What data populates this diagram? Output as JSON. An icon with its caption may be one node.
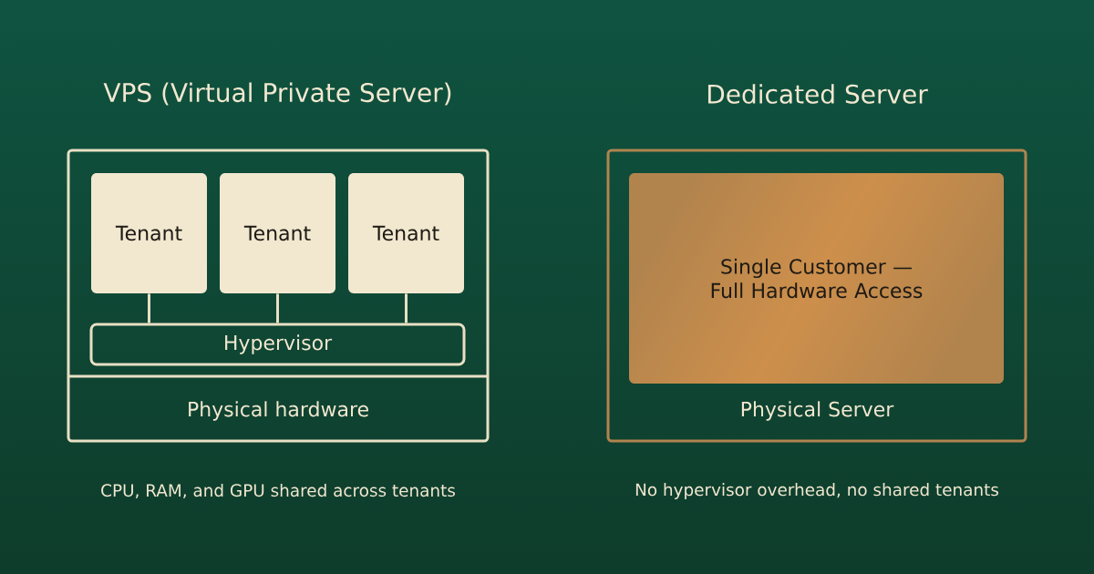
{
  "diagram": {
    "nodes": [
      {
        "text": [
          "VPS (Virtual Private Server)",
          "Physical hardware"
        ],
        "beside": [
          "CPU, RAM, and GPU shared across tenants"
        ]
      },
      {
        "text": [
          "Tenant"
        ],
        "in": 0
      },
      {
        "text": [
          "Tenant"
        ],
        "in": 0
      },
      {
        "text": [
          "Tenant"
        ],
        "in": 0
      },
      {
        "text": [
          "Hypervisor"
        ],
        "in": 0
      },
      {
        "text": [
          "Dedicated Server",
          "Physical Server"
        ],
        "beside": [
          "No hypervisor overhead, no shared tenants"
        ]
      },
      {
        "text": [
          "Single Customer — Full Hardware Access"
        ],
        "in": 5
      }
    ],
    "edges": [
      {
        "from": 1,
        "to": 4,
        "arrow": "none"
      },
      {
        "from": 2,
        "to": 4,
        "arrow": "none"
      },
      {
        "from": 3,
        "to": 4,
        "arrow": "none"
      }
    ]
  }
}
